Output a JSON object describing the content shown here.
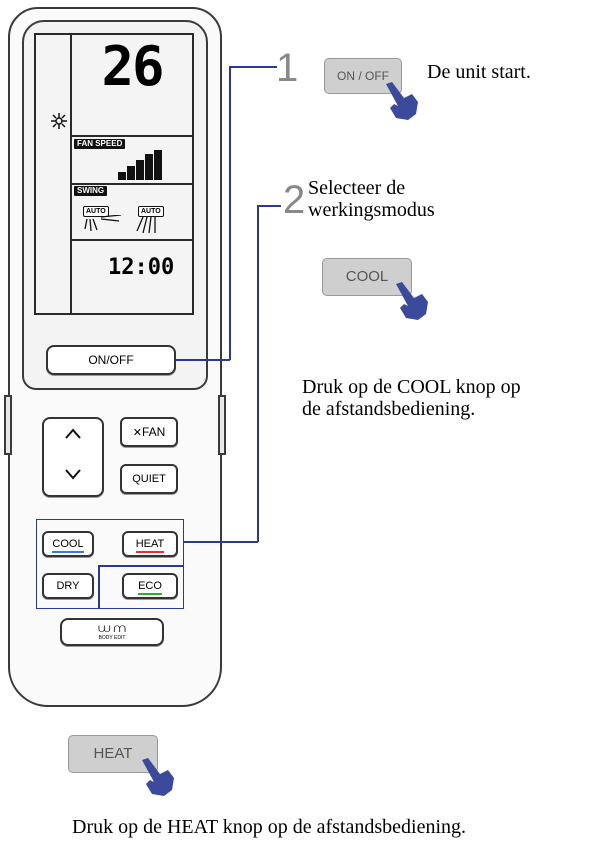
{
  "remote": {
    "display": {
      "temperature": "26",
      "fan_speed_label": "FAN SPEED",
      "swing_label": "SWING",
      "swing_auto_1": "AUTO",
      "swing_auto_2": "AUTO",
      "time": "12:00"
    },
    "buttons": {
      "on_off": "ON/OFF",
      "up": "^",
      "down": "v",
      "fan": "FAN",
      "quiet": "QUIET",
      "cool": "COOL",
      "heat": "HEAT",
      "dry": "DRY",
      "eco": "ECO",
      "bottom_sub": "BODY EDIT"
    }
  },
  "steps": [
    {
      "number": "1",
      "button": "ON / OFF",
      "text": "De unit start."
    },
    {
      "number": "2",
      "title_line1": "Selecteer de",
      "title_line2": "werkingsmodus",
      "button": "COOL",
      "text_line1": "Druk op de COOL knop op",
      "text_line2": "de afstandsbediening."
    }
  ],
  "heat": {
    "button": "HEAT",
    "text": "Druk op de HEAT knop op de afstandsbediening."
  },
  "colors": {
    "connector": "#2b3a8c",
    "hand": "#3b4a9a",
    "cool_underline": "#3a7bd5",
    "heat_underline": "#d33333",
    "eco_underline": "#33aa33"
  }
}
